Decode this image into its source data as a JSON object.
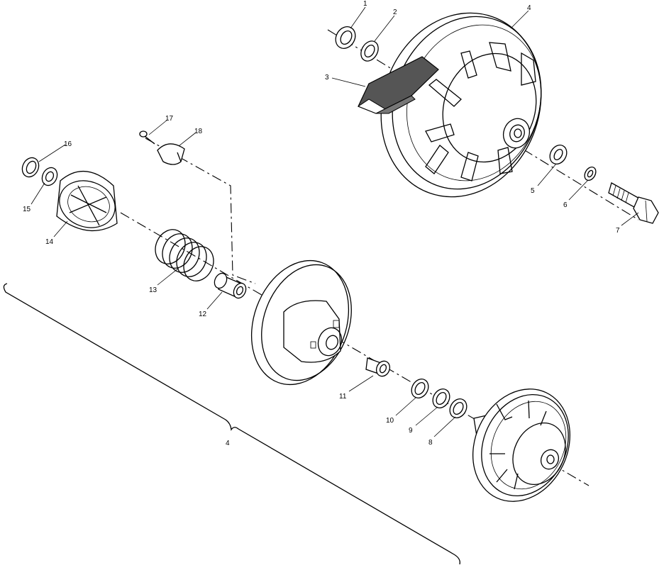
{
  "callouts": {
    "c1": "1",
    "c2": "2",
    "c3": "3",
    "c4_top": "4",
    "c5": "5",
    "c6": "6",
    "c7": "7",
    "c8": "8",
    "c9": "9",
    "c10": "10",
    "c11": "11",
    "c12": "12",
    "c13": "13",
    "c14": "14",
    "c15": "15",
    "c16": "16",
    "c17": "17",
    "c18": "18",
    "c4_brace": "4"
  },
  "colors": {
    "ink": "#000000",
    "paper": "#ffffff",
    "belt_texture": "#555555"
  }
}
